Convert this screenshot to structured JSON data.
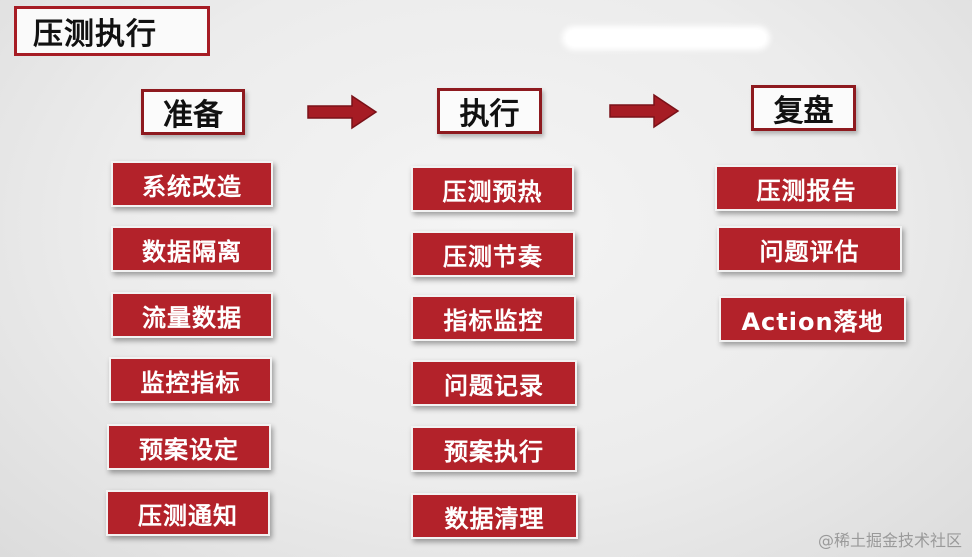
{
  "title": "压测执行",
  "columns": [
    {
      "header": "准备",
      "items": [
        "系统改造",
        "数据隔离",
        "流量数据",
        "监控指标",
        "预案设定",
        "压测通知"
      ]
    },
    {
      "header": "执行",
      "items": [
        "压测预热",
        "压测节奏",
        "指标监控",
        "问题记录",
        "预案执行",
        "数据清理"
      ]
    },
    {
      "header": "复盘",
      "items": [
        "压测报告",
        "问题评估",
        "Action落地"
      ]
    }
  ],
  "watermark": "@稀土掘金技术社区",
  "colors": {
    "box": "#b3222a",
    "border": "#8e1a1f",
    "arrow": "#a61c24"
  }
}
